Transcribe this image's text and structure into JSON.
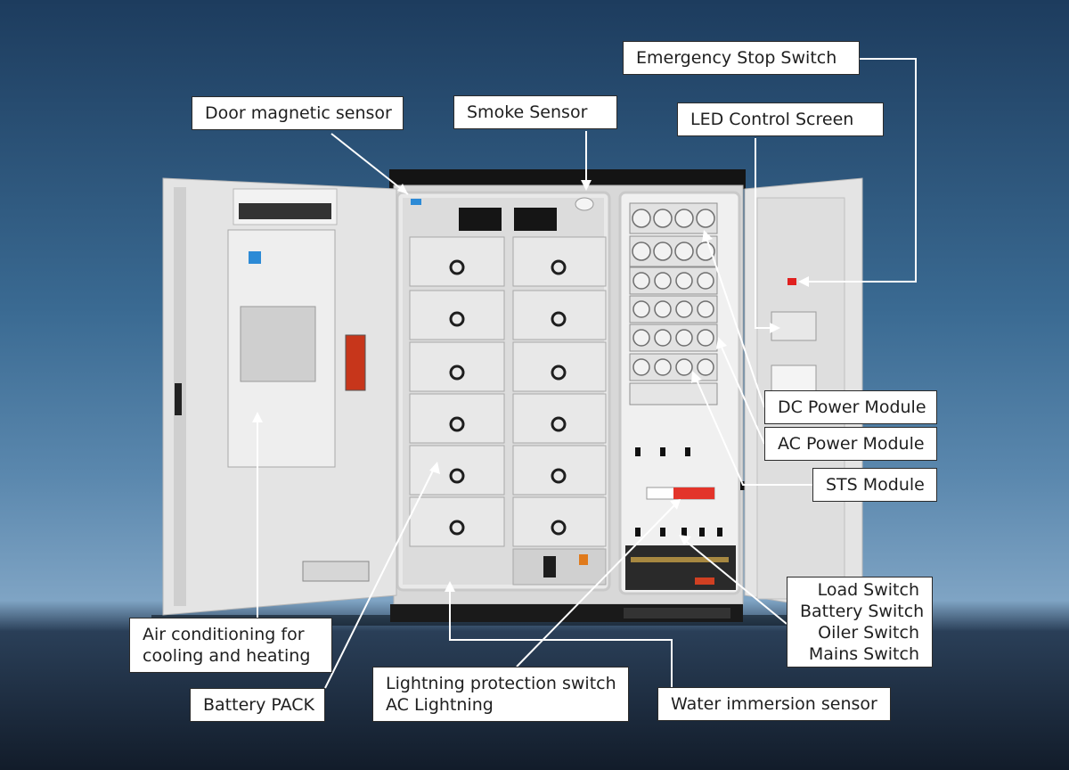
{
  "labels": {
    "emergency_stop": "Emergency Stop Switch",
    "door_sensor": "Door magnetic sensor",
    "smoke_sensor": "Smoke Sensor",
    "led_screen": "LED Control Screen",
    "dc_module": "DC Power Module",
    "ac_module": "AC Power Module",
    "sts_module": "STS Module",
    "switches": [
      "Load Switch",
      "Battery Switch",
      "Oiler Switch",
      "Mains Switch"
    ],
    "air_conditioning": [
      "Air conditioning for",
      "cooling and heating"
    ],
    "battery_pack": "Battery PACK",
    "lightning": [
      "Lightning protection switch",
      "AC Lightning"
    ],
    "water_sensor": "Water immersion sensor"
  },
  "colors": {
    "cabinet": "#dcdcdc",
    "door": "#e4e4e4",
    "emergency_button": "#e0201f",
    "ac_switch": "#e3342a",
    "indicator_blue": "#2c8ad6",
    "callout_line": "#ffffff"
  }
}
